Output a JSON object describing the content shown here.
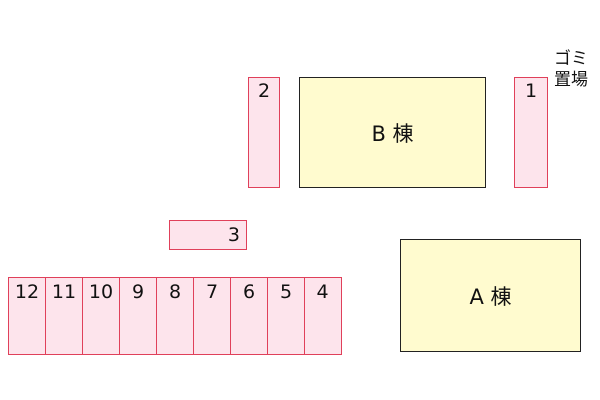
{
  "map": {
    "buildings": [
      {
        "id": "building-a",
        "label": "A 棟"
      },
      {
        "id": "building-b",
        "label": "B 棟"
      }
    ],
    "single_slots": [
      {
        "id": "parking-slot-1",
        "label": "1"
      },
      {
        "id": "parking-slot-2",
        "label": "2"
      },
      {
        "id": "parking-slot-3",
        "label": "3"
      }
    ],
    "row_slots": [
      "12",
      "11",
      "10",
      "9",
      "8",
      "7",
      "6",
      "5",
      "4"
    ],
    "trash_area": {
      "line1": "ゴミ",
      "line2": "置場"
    },
    "colors": {
      "building_fill": "#fffbcf",
      "building_border": "#222222",
      "slot_fill": "#fde4ec",
      "slot_border": "#e0405a"
    }
  }
}
